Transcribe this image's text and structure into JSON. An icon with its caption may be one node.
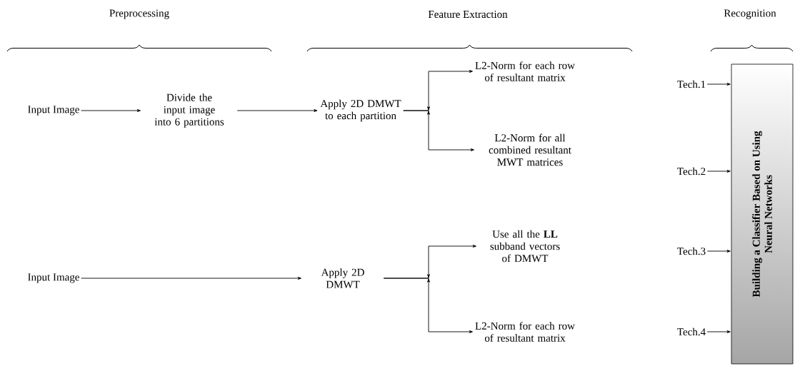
{
  "diagram": {
    "nodes": [
      {
        "text": [
          "Input Image"
        ]
      },
      {
        "text": [
          "Divide the input image into 6 partitions"
        ]
      },
      {
        "text": [
          "Apply 2D DMWT to each partition"
        ]
      },
      {
        "text": [
          "L2-Norm for each row of resultant matrix"
        ]
      },
      {
        "text": [
          "L2-Norm for all combined resultant MWT matrices"
        ]
      },
      {
        "text": [
          "Input Image"
        ]
      },
      {
        "text": [
          "Apply 2D DMWT"
        ]
      },
      {
        "text": [
          "Use all the **LL** subband vectors of DMWT"
        ]
      },
      {
        "text": [
          "L2-Norm for each row of resultant matrix"
        ]
      },
      {
        "text": [
          "Tech.1"
        ]
      },
      {
        "text": [
          "Tech.2"
        ]
      },
      {
        "text": [
          "Tech.3"
        ]
      },
      {
        "text": [
          "Tech.4"
        ]
      },
      {
        "text": [
          "Building a Classifier Based on Using Neural Networks"
        ]
      }
    ],
    "edges": [
      {
        "from": 0,
        "to": 1,
        "arrow": "to"
      },
      {
        "from": 1,
        "to": 2,
        "arrow": "to"
      },
      {
        "from": 2,
        "to": 3,
        "arrow": "to"
      },
      {
        "from": 2,
        "to": 4,
        "arrow": "to"
      },
      {
        "from": 5,
        "to": 6,
        "arrow": "to"
      },
      {
        "from": 6,
        "to": 7,
        "arrow": "to"
      },
      {
        "from": 6,
        "to": 8,
        "arrow": "to"
      },
      {
        "from": 9,
        "to": 13,
        "arrow": "to"
      },
      {
        "from": 10,
        "to": 13,
        "arrow": "to"
      },
      {
        "from": 11,
        "to": 13,
        "arrow": "to"
      },
      {
        "from": 12,
        "to": 13,
        "arrow": "to"
      }
    ],
    "labels": [
      "Preprocessing",
      "Feature Extraction",
      "Recognition"
    ]
  }
}
